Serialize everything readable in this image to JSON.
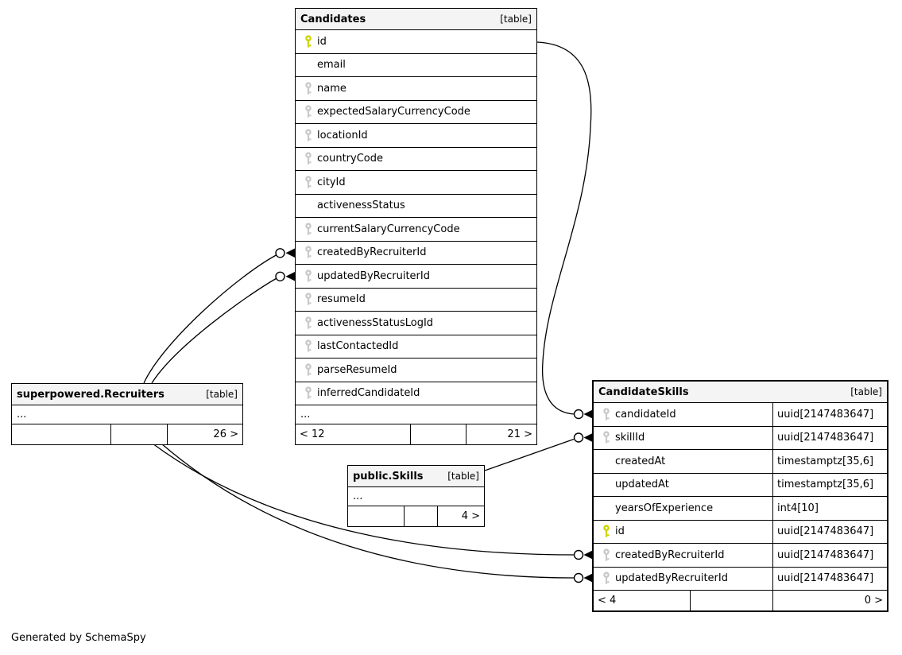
{
  "diagram": {
    "footer_note": "Generated by SchemaSpy",
    "colors": {
      "header_bg": "#f4f4f4",
      "primary_key": "#cdd401",
      "foreign_key": "#c9c9c9",
      "border": "#000000"
    },
    "tables": {
      "candidates": {
        "title": "Candidates",
        "badge": "[table]",
        "columns": [
          {
            "name": "id",
            "key": "pk"
          },
          {
            "name": "email",
            "key": "none"
          },
          {
            "name": "name",
            "key": "fk"
          },
          {
            "name": "expectedSalaryCurrencyCode",
            "key": "fk"
          },
          {
            "name": "locationId",
            "key": "fk"
          },
          {
            "name": "countryCode",
            "key": "fk"
          },
          {
            "name": "cityId",
            "key": "fk"
          },
          {
            "name": "activenessStatus",
            "key": "none"
          },
          {
            "name": "currentSalaryCurrencyCode",
            "key": "fk"
          },
          {
            "name": "createdByRecruiterId",
            "key": "fk"
          },
          {
            "name": "updatedByRecruiterId",
            "key": "fk"
          },
          {
            "name": "resumeId",
            "key": "fk"
          },
          {
            "name": "activenessStatusLogId",
            "key": "fk"
          },
          {
            "name": "lastContactedId",
            "key": "fk"
          },
          {
            "name": "parseResumeId",
            "key": "fk"
          },
          {
            "name": "inferredCandidateId",
            "key": "fk"
          }
        ],
        "ellipsis": "...",
        "footer": {
          "left": "< 12",
          "middle": "",
          "right": "21 >"
        }
      },
      "recruiters": {
        "title": "superpowered.Recruiters",
        "badge": "[table]",
        "ellipsis": "...",
        "footer": {
          "left": "",
          "middle": "",
          "right": "26 >"
        }
      },
      "skills": {
        "title": "public.Skills",
        "badge": "[table]",
        "ellipsis": "...",
        "footer": {
          "left": "",
          "middle": "",
          "right": "4 >"
        }
      },
      "candidate_skills": {
        "title": "CandidateSkills",
        "badge": "[table]",
        "columns": [
          {
            "name": "candidateId",
            "type": "uuid[2147483647]",
            "key": "fk"
          },
          {
            "name": "skillId",
            "type": "uuid[2147483647]",
            "key": "fk"
          },
          {
            "name": "createdAt",
            "type": "timestamptz[35,6]",
            "key": "none"
          },
          {
            "name": "updatedAt",
            "type": "timestamptz[35,6]",
            "key": "none"
          },
          {
            "name": "yearsOfExperience",
            "type": "int4[10]",
            "key": "none"
          },
          {
            "name": "id",
            "type": "uuid[2147483647]",
            "key": "pk"
          },
          {
            "name": "createdByRecruiterId",
            "type": "uuid[2147483647]",
            "key": "fk"
          },
          {
            "name": "updatedByRecruiterId",
            "type": "uuid[2147483647]",
            "key": "fk"
          }
        ],
        "footer": {
          "left": "< 4",
          "middle": "",
          "right": "0 >"
        }
      }
    }
  }
}
